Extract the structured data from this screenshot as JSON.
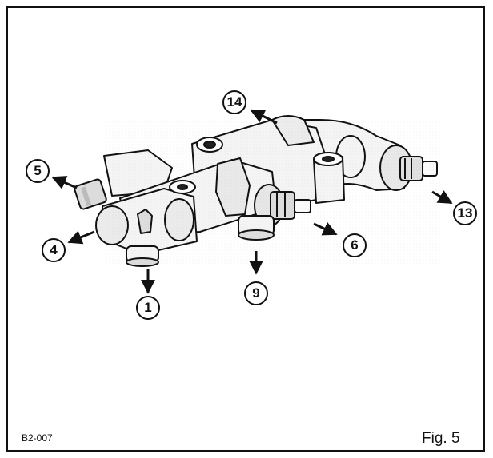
{
  "figure": {
    "reference_code": "B2-007",
    "label": "Fig. 5",
    "callouts": [
      {
        "id": "c1",
        "number": "1"
      },
      {
        "id": "c4",
        "number": "4"
      },
      {
        "id": "c5",
        "number": "5"
      },
      {
        "id": "c6",
        "number": "6"
      },
      {
        "id": "c9",
        "number": "9"
      },
      {
        "id": "c13",
        "number": "13"
      },
      {
        "id": "c14",
        "number": "14"
      }
    ]
  }
}
